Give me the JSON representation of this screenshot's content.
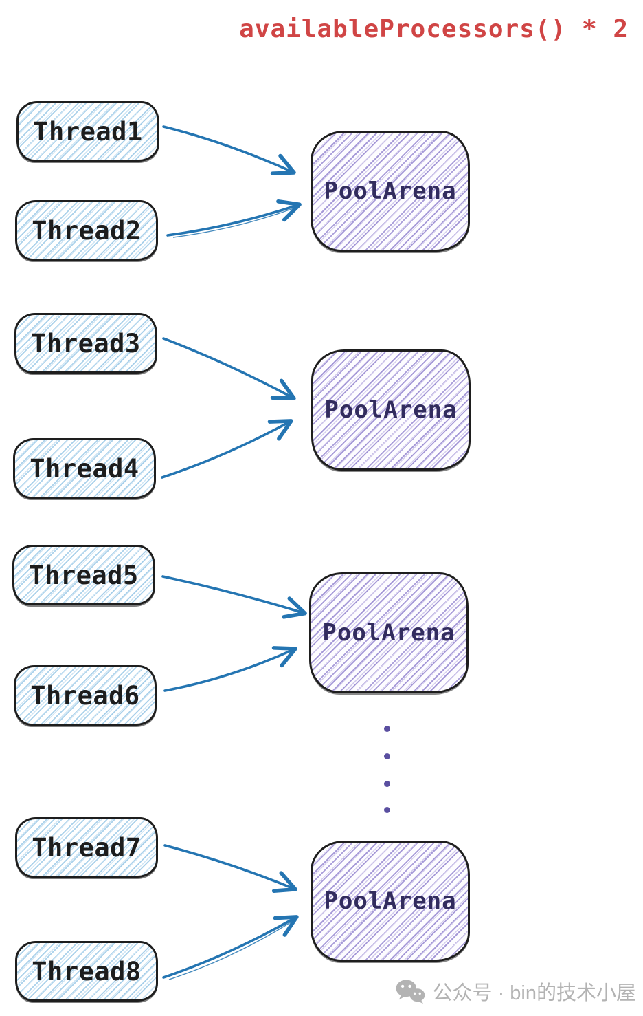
{
  "title": {
    "text": "availableProcessors() * 2"
  },
  "threads": [
    {
      "label": "Thread1"
    },
    {
      "label": "Thread2"
    },
    {
      "label": "Thread3"
    },
    {
      "label": "Thread4"
    },
    {
      "label": "Thread5"
    },
    {
      "label": "Thread6"
    },
    {
      "label": "Thread7"
    },
    {
      "label": "Thread8"
    }
  ],
  "arenas": [
    {
      "label": "PoolArena"
    },
    {
      "label": "PoolArena"
    },
    {
      "label": "PoolArena"
    },
    {
      "label": "PoolArena"
    }
  ],
  "connections": [
    {
      "from": "Thread1",
      "to": "PoolArena-1"
    },
    {
      "from": "Thread2",
      "to": "PoolArena-1"
    },
    {
      "from": "Thread3",
      "to": "PoolArena-2"
    },
    {
      "from": "Thread4",
      "to": "PoolArena-2"
    },
    {
      "from": "Thread5",
      "to": "PoolArena-3"
    },
    {
      "from": "Thread6",
      "to": "PoolArena-3"
    },
    {
      "from": "Thread7",
      "to": "PoolArena-4"
    },
    {
      "from": "Thread8",
      "to": "PoolArena-4"
    }
  ],
  "ellipsis": {
    "count": 4
  },
  "watermark": {
    "text": "公众号 · bin的技术小屋",
    "icon": "wechat-icon"
  },
  "colors": {
    "title_red": "#d04545",
    "arrow_blue": "#2475b2",
    "thread_hatch": "#a9d0ea",
    "arena_hatch": "#a79bd8",
    "box_border": "#1e1e1e",
    "thread_text": "#1d1d1d",
    "arena_text": "#322c5e",
    "dot_purple": "#5a4fa0",
    "watermark_gray": "#b3b3b3"
  }
}
